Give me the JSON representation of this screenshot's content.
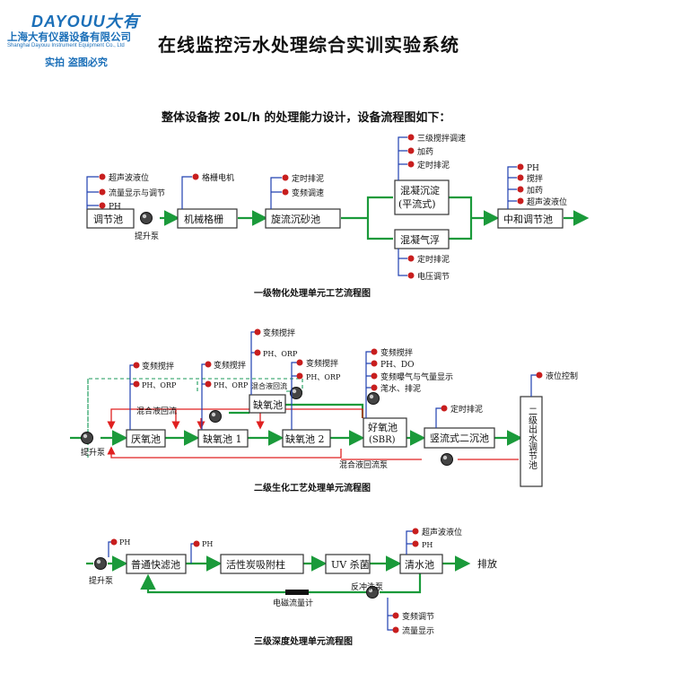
{
  "header": {
    "logo_text": "DAYOUU大有",
    "company_cn": "上海大有仪器设备有限公司",
    "company_en": "Shanghai Dayouu Instrument Equipment Co., Ltd",
    "notice": "实拍  盗图必究",
    "title": "在线监控污水处理综合实训实验系统",
    "subtitle": "整体设备按 20L/h 的处理能力设计，设备流程图如下："
  },
  "diagram1": {
    "caption": "一级物化处理单元工艺流程图",
    "boxes": [
      "调节池",
      "机械格栅",
      "旋流沉砂池",
      "混凝沉淀",
      "(平流式)",
      "混凝气浮",
      "中和调节池"
    ],
    "pump": "提升泵",
    "sensors_tank": [
      "超声波液位",
      "流量显示与调节",
      "PH"
    ],
    "sensors_grille": [
      "格栅电机"
    ],
    "sensors_grit": [
      "定时排泥",
      "变频调速"
    ],
    "sensors_coag_top": [
      "三级搅拌调速",
      "加药",
      "定时排泥"
    ],
    "sensors_coag_bottom": [
      "定时排泥",
      "电压调节"
    ],
    "sensors_neutral": [
      "PH",
      "搅拌",
      "加药",
      "超声波液位"
    ]
  },
  "diagram2": {
    "caption": "二级生化工艺处理单元流程图",
    "boxes": [
      "厌氧池",
      "缺氧池 1",
      "缺氧池",
      "缺氧池 2",
      "好氧池",
      "(SBR)",
      "竖流式二沉池",
      "二级出水调节池"
    ],
    "labels": [
      "混合液回流",
      "混合液回流",
      "混合液回流泵",
      "提升泵"
    ],
    "sensors_anaerobic": [
      "变频搅拌",
      "PH、ORP"
    ],
    "sensors_anoxic1": [
      "变频搅拌",
      "PH、ORP"
    ],
    "sensors_anoxic": [
      "变频搅拌",
      "PH、ORP"
    ],
    "sensors_anoxic2": [
      "变频搅拌",
      "PH、ORP"
    ],
    "sensors_aerobic": [
      "变频搅拌",
      "PH、DO",
      "变频曝气与气量显示",
      "滗水、排泥"
    ],
    "sensors_clarifier": [
      "定时排泥"
    ],
    "sensors_outlet": [
      "液位控制"
    ]
  },
  "diagram3": {
    "caption": "三级深度处理单元流程图",
    "boxes": [
      "普通快滤池",
      "活性炭吸附柱",
      "UV 杀菌",
      "清水池"
    ],
    "pump": "提升泵",
    "outflow": "排放",
    "backwash_pump": "反冲洗泵",
    "flowmeter": "电磁流量计",
    "sensor_inlet": [
      "PH"
    ],
    "sensor_filter": [
      "PH"
    ],
    "sensors_clear": [
      "超声波液位",
      "PH"
    ],
    "sensors_backwash": [
      "变频调节",
      "流量显示"
    ]
  },
  "colors": {
    "accent": "#1b6fb8",
    "flow": "#1a9a3a",
    "signal": "#2040b0",
    "return": "#e02020",
    "sensor_dot": "#c81e1e"
  }
}
